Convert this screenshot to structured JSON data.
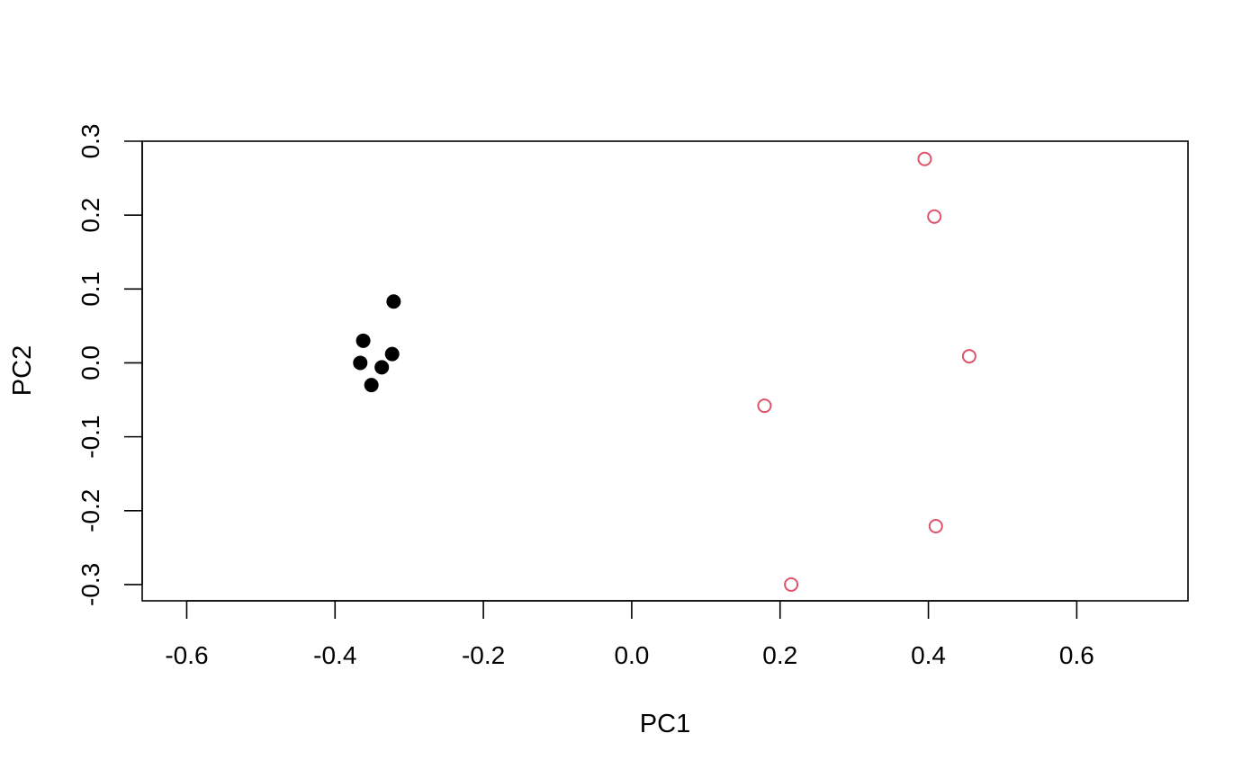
{
  "chart_data": {
    "type": "scatter",
    "xlabel": "PC1",
    "ylabel": "PC2",
    "xlim": [
      -0.66,
      0.75
    ],
    "ylim": [
      -0.322,
      0.3
    ],
    "x_ticks": [
      -0.6,
      -0.4,
      -0.2,
      0.0,
      0.2,
      0.4,
      0.6
    ],
    "x_tick_labels": [
      "-0.6",
      "-0.4",
      "-0.2",
      "0.0",
      "0.2",
      "0.4",
      "0.6"
    ],
    "y_ticks": [
      -0.3,
      -0.2,
      -0.1,
      0.0,
      0.1,
      0.2,
      0.3
    ],
    "y_tick_labels": [
      "-0.3",
      "-0.2",
      "-0.1",
      "0.0",
      "0.1",
      "0.2",
      "0.3"
    ],
    "grid": false,
    "series": [
      {
        "color": "#000000",
        "marker": "filled-circle",
        "points": [
          {
            "x": -0.321,
            "y": 0.083
          },
          {
            "x": -0.362,
            "y": 0.03
          },
          {
            "x": -0.323,
            "y": 0.012
          },
          {
            "x": -0.366,
            "y": 0.0
          },
          {
            "x": -0.337,
            "y": -0.006
          },
          {
            "x": -0.351,
            "y": -0.03
          }
        ]
      },
      {
        "color": "#DF536B",
        "marker": "open-circle",
        "points": [
          {
            "x": 0.395,
            "y": 0.276
          },
          {
            "x": 0.408,
            "y": 0.198
          },
          {
            "x": 0.455,
            "y": 0.009
          },
          {
            "x": 0.179,
            "y": -0.058
          },
          {
            "x": 0.41,
            "y": -0.221
          },
          {
            "x": 0.215,
            "y": -0.3
          }
        ]
      }
    ]
  }
}
